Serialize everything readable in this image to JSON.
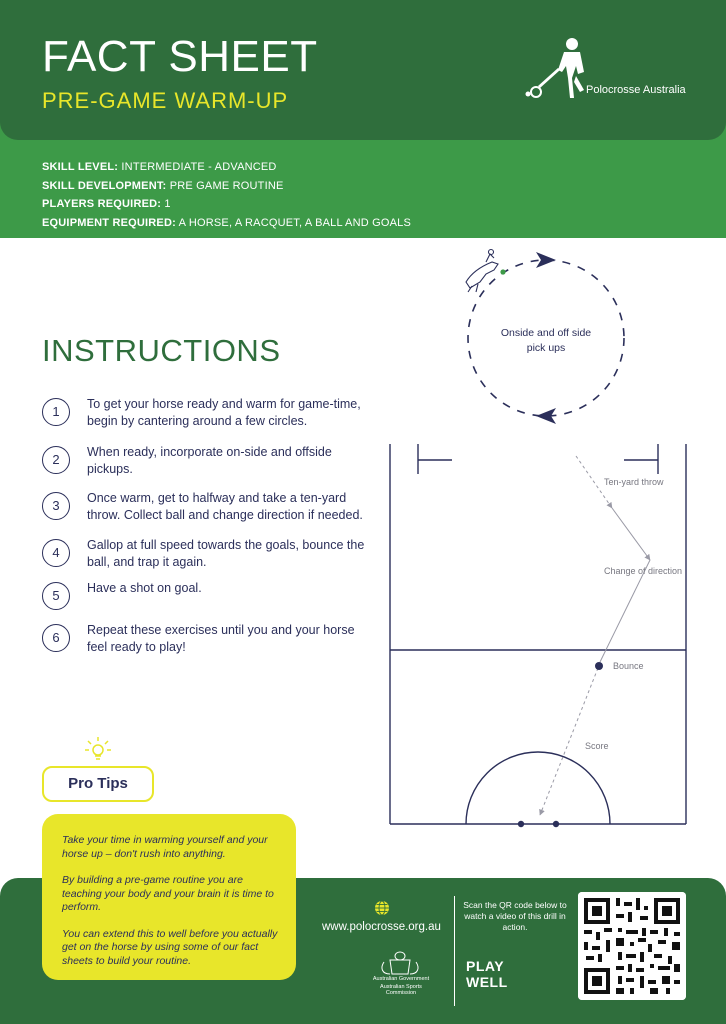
{
  "header": {
    "title": "FACT SHEET",
    "subtitle": "PRE-GAME  WARM-UP",
    "logo_text": "Polocrosse Australia"
  },
  "meta": [
    {
      "label": "SKILL LEVEL:",
      "value": "INTERMEDIATE - ADVANCED"
    },
    {
      "label": "SKILL DEVELOPMENT:",
      "value": "PRE GAME ROUTINE"
    },
    {
      "label": "PLAYERS REQUIRED:",
      "value": "1"
    },
    {
      "label": "EQUIPMENT REQUIRED:",
      "value": "A HORSE, A RACQUET, A BALL AND GOALS"
    }
  ],
  "instructions": {
    "heading": "INSTRUCTIONS",
    "steps": [
      {
        "num": "1",
        "text": "To get your horse ready and warm for game-time, begin by cantering around a few circles."
      },
      {
        "num": "2",
        "text": "When ready, incorporate on-side and offside pickups."
      },
      {
        "num": "3",
        "text": "Once warm, get to halfway and take a ten-yard throw. Collect ball and change direction if needed."
      },
      {
        "num": "4",
        "text": "Gallop at full speed towards the goals, bounce the ball, and trap it again."
      },
      {
        "num": "5",
        "text": "Have a shot on goal."
      },
      {
        "num": "6",
        "text": "Repeat these exercises until you and your horse feel ready to play!"
      }
    ]
  },
  "pro_tips": {
    "label": "Pro Tips",
    "paragraphs": [
      "Take your time in warming yourself and your horse up – don't rush into anything.",
      "By building a pre-game routine you are teaching your body and your brain it is time to perform.",
      "You can extend this to well before you actually get on the horse by using some of our fact sheets to build your routine."
    ]
  },
  "diagram": {
    "circle_label_1": "Onside and off side",
    "circle_label_2": "pick ups",
    "throw_label": "Ten-yard throw",
    "direction_label": "Change of direction",
    "bounce_label": "Bounce",
    "score_label": "Score"
  },
  "footer": {
    "website": "www.polocrosse.org.au",
    "qr_text": "Scan the QR code below to watch a video of this drill in action.",
    "gov_line1": "Australian Government",
    "gov_line2": "Australian Sports Commission",
    "play_well_1": "PLAY",
    "play_well_2": "WELL"
  },
  "colors": {
    "dark_green": "#2f6e3c",
    "light_green": "#3d9a48",
    "yellow": "#e8e62a",
    "navy": "#2b2f5a"
  }
}
